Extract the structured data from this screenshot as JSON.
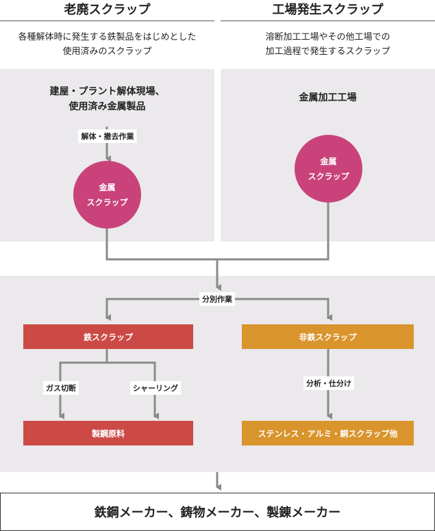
{
  "left": {
    "header": "老廃スクラップ",
    "desc": [
      "各種解体時に発生する鉄製品をはじめとした",
      "使用済みのスクラップ"
    ],
    "panel_title": [
      "建屋・プラント解体現場、",
      "使用済み金属製品"
    ],
    "step": "解体・撤去作業",
    "circle": [
      "金属",
      "スクラップ"
    ]
  },
  "right": {
    "header": "工場発生スクラップ",
    "desc": [
      "溶断加工工場やその他工場での",
      "加工過程で発生するスクラップ"
    ],
    "panel_title": "金属加工工場",
    "circle": [
      "金属",
      "スクラップ"
    ]
  },
  "sorting": {
    "label": "分別作業",
    "iron": {
      "box": "鉄スクラップ",
      "method_a": "ガス切断",
      "method_b": "シャーリング",
      "result": "製鋼原料"
    },
    "nonferrous": {
      "box": "非鉄スクラップ",
      "method": "分析・仕分け",
      "result": "ステンレス・アルミ・銅スクラップ他"
    }
  },
  "destination": "鉄鋼メーカー、鋳物メーカー、製錬メーカー",
  "colors": {
    "panel": "#ebe9ec",
    "circle": "#c9437a",
    "iron": "#cc4a45",
    "nonferrous": "#d9942c",
    "connector": "#8a8a8a"
  }
}
